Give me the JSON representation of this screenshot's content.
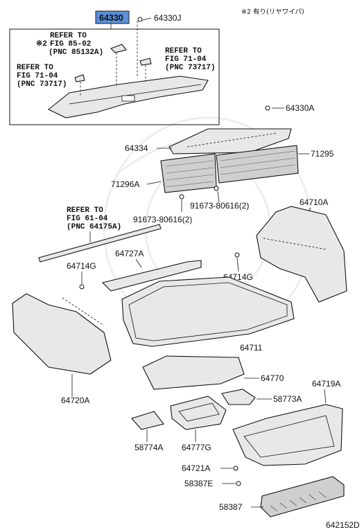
{
  "notes": {
    "wiper": "※2 有り(リヤワイパ)"
  },
  "parts": {
    "p64330": "64330",
    "p64330J": "64330J",
    "p64330A": "64330A",
    "p64334": "64334",
    "p71295": "71295",
    "p71296A": "71296A",
    "p91673a": "91673-80616(2)",
    "p91673b": "91673-80616(2)",
    "p64710A": "64710A",
    "p64714G": "64714G",
    "p64727A": "64727A",
    "p64720A": "64720A",
    "p64711": "64711",
    "p64770": "64770",
    "p58773A": "58773A",
    "p64777G": "64777G",
    "p58774A": "58774A",
    "p64719A": "64719A",
    "p64721A": "64721A",
    "p58387E": "58387E",
    "p58387": "58387"
  },
  "refs": {
    "r1": {
      "l1": "REFER TO",
      "mark": "※2",
      "l2": "FIG 85-02",
      "l3": "(PNC 85132A)"
    },
    "r2": {
      "l1": "REFER TO",
      "l2": "FIG 71-04",
      "l3": "(PNC 73717)"
    },
    "r3": {
      "l1": "REFER TO",
      "l2": "FIG 71-04",
      "l3": "(PNC 73717)"
    },
    "r4": {
      "l1": "REFER TO",
      "l2": "FIG 61-04",
      "l3": "(PNC 64175A)"
    }
  },
  "diagram_id": "642152D",
  "colors": {
    "highlight": "#5a8fd8",
    "line": "#111111",
    "background": "#ffffff"
  }
}
